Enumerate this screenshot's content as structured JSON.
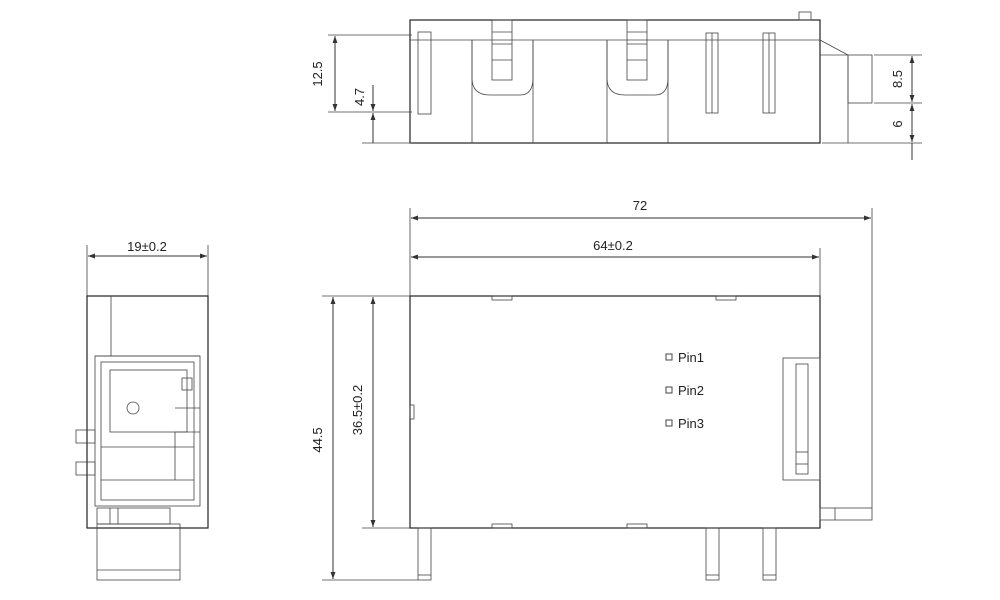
{
  "dimensions": {
    "top_height": "12.5",
    "top_pin_height": "4.7",
    "right_top": "8.5",
    "right_bottom": "6",
    "overall_length": "72",
    "body_length": "64±0.2",
    "side_width": "19±0.2",
    "overall_height": "44.5",
    "body_height": "36.5±0.2"
  },
  "pins": [
    {
      "label": "Pin1"
    },
    {
      "label": "Pin2"
    },
    {
      "label": "Pin3"
    }
  ]
}
